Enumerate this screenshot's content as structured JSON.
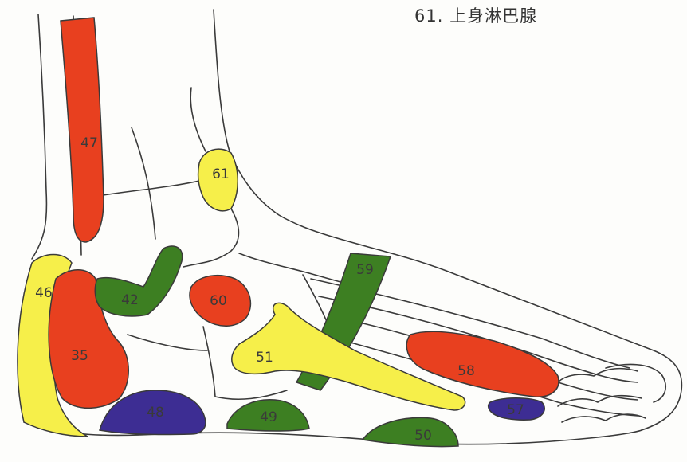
{
  "caption": "61. 上身淋巴腺",
  "colors": {
    "red": "#e8401f",
    "yellow": "#f6ef4a",
    "green": "#3d7f22",
    "blue": "#3d2d93",
    "outline": "#3a3a3a"
  },
  "zones": [
    {
      "id": "35",
      "label": "35",
      "color": "red"
    },
    {
      "id": "42",
      "label": "42",
      "color": "green"
    },
    {
      "id": "46",
      "label": "46",
      "color": "yellow"
    },
    {
      "id": "47",
      "label": "47",
      "color": "red"
    },
    {
      "id": "48",
      "label": "48",
      "color": "blue"
    },
    {
      "id": "49",
      "label": "49",
      "color": "green"
    },
    {
      "id": "50",
      "label": "50",
      "color": "green"
    },
    {
      "id": "51",
      "label": "51",
      "color": "yellow"
    },
    {
      "id": "57",
      "label": "57",
      "color": "blue"
    },
    {
      "id": "58",
      "label": "58",
      "color": "red"
    },
    {
      "id": "59",
      "label": "59",
      "color": "green"
    },
    {
      "id": "60",
      "label": "60",
      "color": "red"
    },
    {
      "id": "61",
      "label": "61",
      "color": "yellow"
    }
  ]
}
